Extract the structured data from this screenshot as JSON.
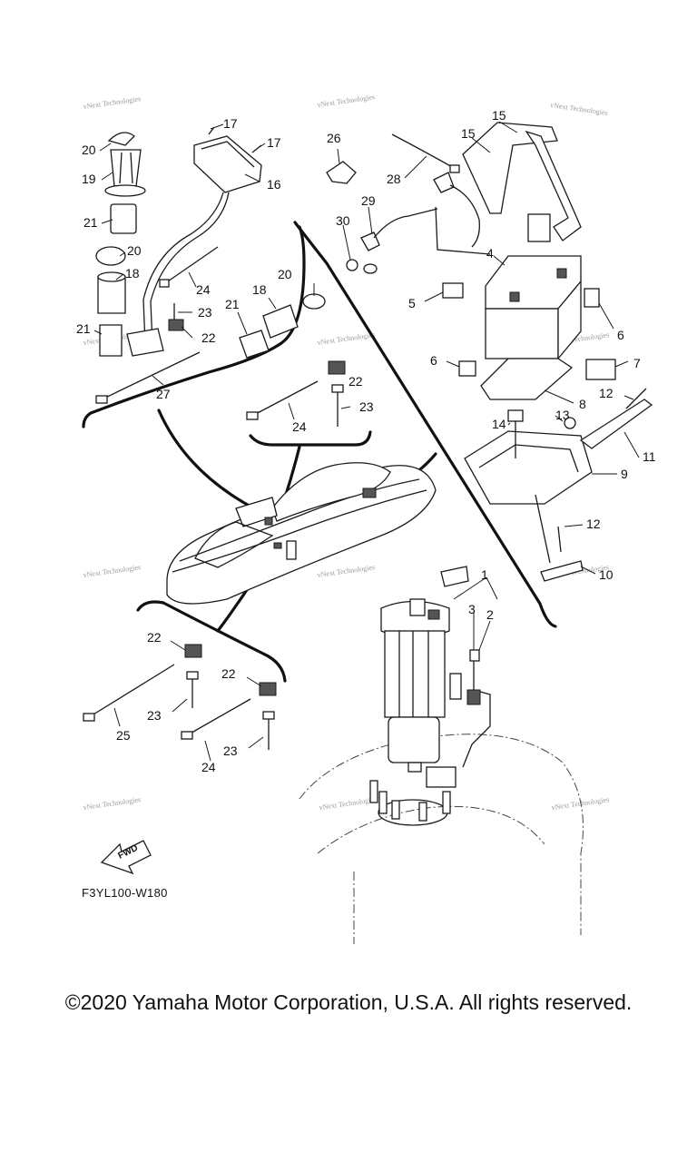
{
  "diagram": {
    "code": "F3YL100-W180",
    "fwd_label": "FWD",
    "watermark_text": "vNext Technologies",
    "callouts": [
      {
        "id": "c17a",
        "label": "17"
      },
      {
        "id": "c17b",
        "label": "17"
      },
      {
        "id": "c20a",
        "label": "20"
      },
      {
        "id": "c19",
        "label": "19"
      },
      {
        "id": "c16",
        "label": "16"
      },
      {
        "id": "c21a",
        "label": "21"
      },
      {
        "id": "c20b",
        "label": "20"
      },
      {
        "id": "c18a",
        "label": "18"
      },
      {
        "id": "c24a",
        "label": "24"
      },
      {
        "id": "c20c",
        "label": "20"
      },
      {
        "id": "c18b",
        "label": "18"
      },
      {
        "id": "c21b",
        "label": "21"
      },
      {
        "id": "c23a",
        "label": "23"
      },
      {
        "id": "c22a",
        "label": "22"
      },
      {
        "id": "c21c",
        "label": "21"
      },
      {
        "id": "c27",
        "label": "27"
      },
      {
        "id": "c26",
        "label": "26"
      },
      {
        "id": "c28",
        "label": "28"
      },
      {
        "id": "c29",
        "label": "29"
      },
      {
        "id": "c30",
        "label": "30"
      },
      {
        "id": "c22b",
        "label": "22"
      },
      {
        "id": "c24b",
        "label": "24"
      },
      {
        "id": "c23b",
        "label": "23"
      },
      {
        "id": "c15a",
        "label": "15"
      },
      {
        "id": "c15b",
        "label": "15"
      },
      {
        "id": "c4",
        "label": "4"
      },
      {
        "id": "c5",
        "label": "5"
      },
      {
        "id": "c6a",
        "label": "6"
      },
      {
        "id": "c6b",
        "label": "6"
      },
      {
        "id": "c7",
        "label": "7"
      },
      {
        "id": "c8",
        "label": "8"
      },
      {
        "id": "c12a",
        "label": "12"
      },
      {
        "id": "c14",
        "label": "14"
      },
      {
        "id": "c13",
        "label": "13"
      },
      {
        "id": "c11",
        "label": "11"
      },
      {
        "id": "c9",
        "label": "9"
      },
      {
        "id": "c12b",
        "label": "12"
      },
      {
        "id": "c10",
        "label": "10"
      },
      {
        "id": "c1",
        "label": "1"
      },
      {
        "id": "c3",
        "label": "3"
      },
      {
        "id": "c2",
        "label": "2"
      },
      {
        "id": "c22c",
        "label": "22"
      },
      {
        "id": "c22d",
        "label": "22"
      },
      {
        "id": "c23c",
        "label": "23"
      },
      {
        "id": "c25",
        "label": "25"
      },
      {
        "id": "c23d",
        "label": "23"
      },
      {
        "id": "c24c",
        "label": "24"
      }
    ]
  },
  "footer": {
    "copyright": "©2020 Yamaha Motor Corporation, U.S.A. All rights reserved."
  }
}
